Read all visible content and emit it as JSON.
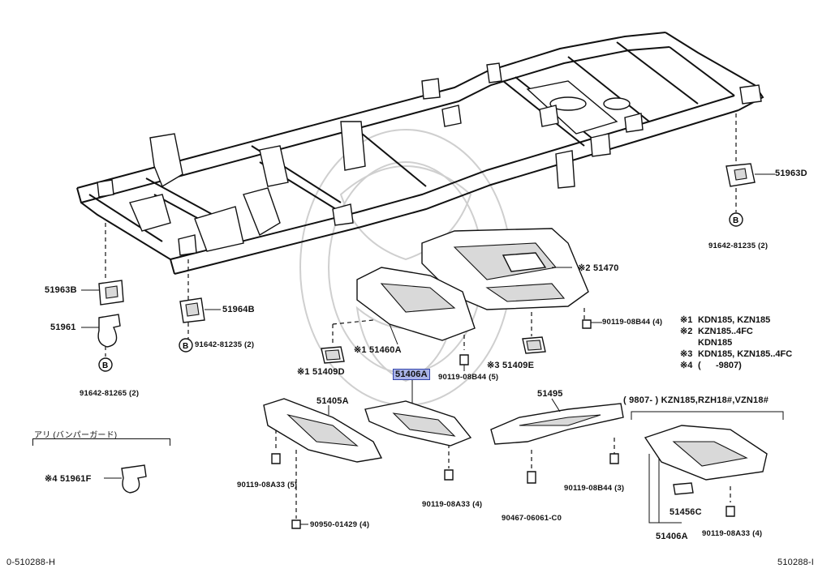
{
  "labels": {
    "p51963D": "51963D",
    "p91642_81235_r": "91642-81235 (2)",
    "p51470": "※2 51470",
    "p90119_08B44_4": "90119-08B44 (4)",
    "p51963B": "51963B",
    "p51961": "51961",
    "p51964B": "51964B",
    "p91642_81235_l": "91642-81235 (2)",
    "p91642_81265": "91642-81265 (2)",
    "p51460A": "※1 51460A",
    "p51409D": "※1 51409D",
    "p51409E": "※3 51409E",
    "p90119_08B44_5": "90119-08B44 (5)",
    "p51406A_hl": "51406A",
    "p51405A": "51405A",
    "p51495": "51495",
    "p_range": "( 9807-        ) KZN185,RZH18#,VZN18#",
    "p_ari": "アリ (バンパーガード)",
    "p51961F": "※4 51961F",
    "p90119_08A33_5": "90119-08A33 (5)",
    "p90119_08A33_4a": "90119-08A33 (4)",
    "p90467": "90467-06061-C0",
    "p90119_08B44_3": "90119-08B44 (3)",
    "p51456C": "51456C",
    "p51406A": "51406A",
    "p90119_08A33_4b": "90119-08A33 (4)",
    "p90950": "90950-01429 (4)",
    "code_left": "0-510288-H",
    "code_right": "510288-I"
  },
  "legend": [
    {
      "key": "※1",
      "value": "KDN185, KZN185"
    },
    {
      "key": "※2",
      "value": "KZN185..4FC"
    },
    {
      "key": "",
      "value": "KDN185"
    },
    {
      "key": "※3",
      "value": "KDN185, KZN185..4FC"
    },
    {
      "key": "※4",
      "value": "(      -9807)"
    }
  ],
  "bolt_letter": "B"
}
